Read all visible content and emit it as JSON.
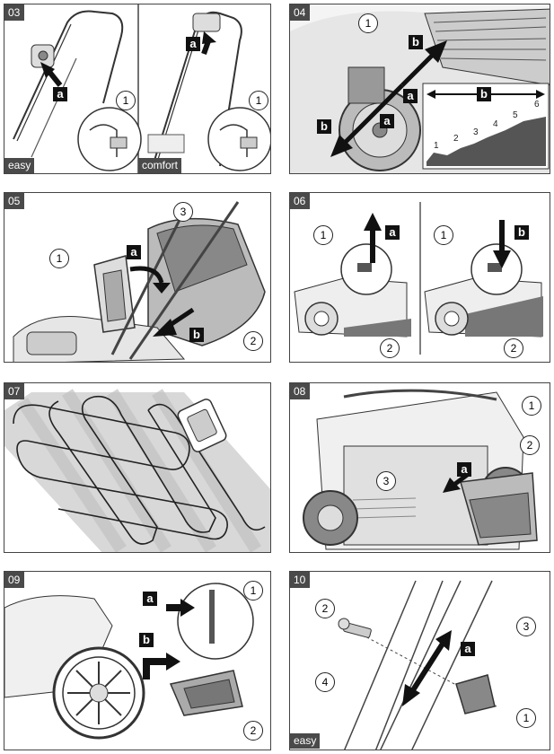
{
  "panels": {
    "p03": {
      "number": "03",
      "left_caption": "easy",
      "right_caption": "comfort",
      "callout": "1",
      "label": "a"
    },
    "p04": {
      "number": "04",
      "callout": "1",
      "label_a": "a",
      "label_b": "b",
      "scale_label": "b",
      "scale_numbers": [
        "1",
        "2",
        "3",
        "4",
        "5",
        "6"
      ]
    },
    "p05": {
      "number": "05",
      "callout_1": "1",
      "callout_2": "2",
      "callout_3": "3",
      "label_a": "a",
      "label_b": "b"
    },
    "p06": {
      "number": "06",
      "callout_1": "1",
      "callout_2": "2",
      "label_a": "a",
      "label_b": "b"
    },
    "p07": {
      "number": "07"
    },
    "p08": {
      "number": "08",
      "callout_1": "1",
      "callout_2": "2",
      "callout_3": "3",
      "label_a": "a"
    },
    "p09": {
      "number": "09",
      "callout_1": "1",
      "callout_2": "2",
      "label_a": "a",
      "label_b": "b"
    },
    "p10": {
      "number": "10",
      "caption": "easy",
      "callout_1": "1",
      "callout_2": "2",
      "callout_3": "3",
      "callout_4": "4",
      "label_a": "a"
    }
  }
}
